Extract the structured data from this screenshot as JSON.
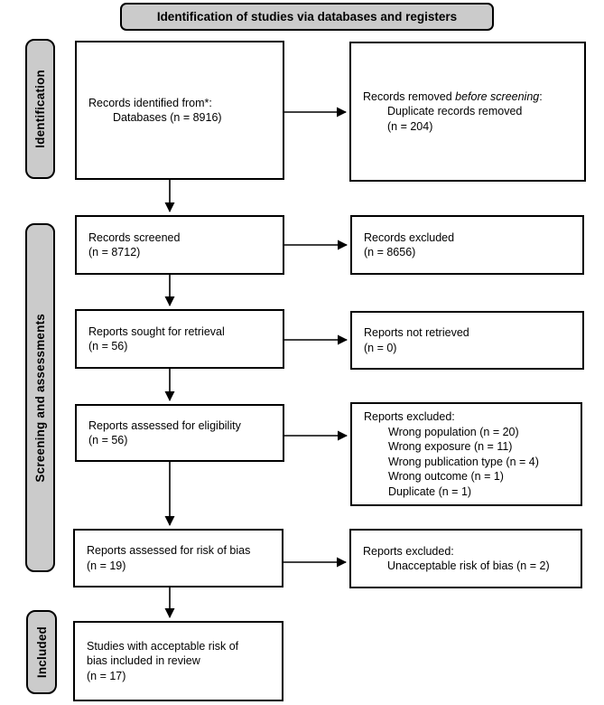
{
  "header": {
    "title": "Identification of studies via databases and registers"
  },
  "sidebar": {
    "labels": [
      {
        "text": "Identification"
      },
      {
        "text": "Screening and assessments"
      },
      {
        "text": "Included"
      }
    ]
  },
  "flow": {
    "left_boxes": [
      {
        "name": "records-identified",
        "lines": [
          {
            "text": "Records identified from*:"
          },
          {
            "text": "Databases (n = 8916)",
            "indent": true
          }
        ]
      },
      {
        "name": "records-screened",
        "lines": [
          {
            "text": "Records screened"
          },
          {
            "text": "(n = 8712)"
          }
        ]
      },
      {
        "name": "reports-sought-retrieval",
        "lines": [
          {
            "text": "Reports sought for retrieval"
          },
          {
            "text": "(n = 56)"
          }
        ]
      },
      {
        "name": "reports-assessed-eligibility",
        "lines": [
          {
            "text": "Reports assessed for eligibility"
          },
          {
            "text": "(n = 56)"
          }
        ]
      },
      {
        "name": "reports-assessed-risk-of-bias",
        "lines": [
          {
            "text": "Reports assessed for risk of bias"
          },
          {
            "text": "(n = 19)"
          }
        ]
      },
      {
        "name": "studies-included-in-review",
        "lines": [
          {
            "text": "Studies with acceptable risk of"
          },
          {
            "text": "bias included in review"
          },
          {
            "text": "(n = 17)"
          }
        ]
      }
    ],
    "right_boxes": [
      {
        "name": "records-removed-before-screening",
        "lines": [
          {
            "parts": [
              {
                "text": "Records removed "
              },
              {
                "text": "before screening",
                "italic": true
              },
              {
                "text": ":"
              }
            ]
          },
          {
            "text": "Duplicate records removed",
            "indent": true
          },
          {
            "text": "(n = 204)",
            "indent": true
          }
        ]
      },
      {
        "name": "records-excluded",
        "lines": [
          {
            "text": "Records excluded"
          },
          {
            "text": "(n = 8656)"
          }
        ]
      },
      {
        "name": "reports-not-retrieved",
        "lines": [
          {
            "text": "Reports not retrieved"
          },
          {
            "text": "(n = 0)"
          }
        ]
      },
      {
        "name": "reports-excluded-eligibility",
        "lines": [
          {
            "text": "Reports excluded:"
          },
          {
            "text": "Wrong population (n = 20)",
            "indent": true
          },
          {
            "text": "Wrong exposure (n = 11)",
            "indent": true
          },
          {
            "text": "Wrong publication type (n = 4)",
            "indent": true
          },
          {
            "text": "Wrong outcome (n = 1)",
            "indent": true
          },
          {
            "text": "Duplicate (n = 1)",
            "indent": true
          }
        ]
      },
      {
        "name": "reports-excluded-risk-of-bias",
        "lines": [
          {
            "text": "Reports excluded:"
          },
          {
            "text": "Unacceptable risk of bias (n = 2)",
            "indent": true
          }
        ]
      }
    ]
  },
  "colors": {
    "panel-fill": "#cbcbcb",
    "line-color": "#000000",
    "box-fill": "#ffffff",
    "text-color": "#000000"
  }
}
